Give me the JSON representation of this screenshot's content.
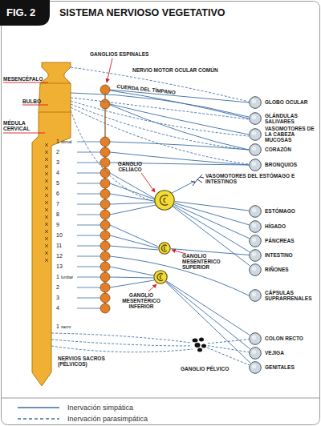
{
  "diagram": {
    "title": "SISTEMA NERVIOSO VEGETATIVO",
    "nodes": [
      {
        "text": [
          "GLOBO OCULAR"
        ]
      },
      {
        "text": [
          "GLÁNDULAS SALIVARES"
        ]
      },
      {
        "text": [
          "VASOMOTORES DE LA CABEZA MUCOSAS"
        ]
      },
      {
        "text": [
          "CORAZÓN"
        ]
      },
      {
        "text": [
          "BRONQUIOS"
        ]
      },
      {
        "text": [
          "GANGLIO CELÍACO"
        ]
      },
      {
        "text": [
          "ESTÓMAGO"
        ]
      },
      {
        "text": [
          "HÍGADO"
        ]
      },
      {
        "text": [
          "PÁNCREAS"
        ]
      },
      {
        "text": [
          "INTESTINO"
        ]
      },
      {
        "text": [
          "RIÑONES"
        ]
      },
      {
        "text": [
          "GANGLIO MESENTÉRICO SUPERIOR"
        ]
      },
      {
        "text": [
          "CÁPSULAS SUPRARRENALES"
        ]
      },
      {
        "text": [
          "GANGLIO MESENTÉRICO INFERIOR"
        ]
      },
      {
        "text": [
          "COLON RECTO"
        ]
      },
      {
        "text": [
          "VEJIGA"
        ]
      },
      {
        "text": [
          "GENITALES"
        ]
      },
      {
        "text": [
          "GANGLIO PÉLVICO"
        ]
      }
    ],
    "edges": [
      {
        "from": 5,
        "to": 6,
        "arrow": "none"
      },
      {
        "from": 5,
        "to": 7,
        "arrow": "none"
      },
      {
        "from": 5,
        "to": 8,
        "arrow": "none"
      },
      {
        "from": 5,
        "to": 9,
        "arrow": "none"
      },
      {
        "from": 5,
        "to": 10,
        "arrow": "none"
      },
      {
        "from": 11,
        "to": 9,
        "arrow": "none"
      },
      {
        "from": 13,
        "to": 14,
        "arrow": "none"
      },
      {
        "from": 13,
        "to": 15,
        "arrow": "none"
      },
      {
        "from": 13,
        "to": 16,
        "arrow": "none"
      },
      {
        "from": 17,
        "to": 14,
        "arrow": "none"
      },
      {
        "from": 17,
        "to": 15,
        "arrow": "none"
      },
      {
        "from": 17,
        "to": 16,
        "arrow": "none"
      }
    ],
    "labels": [
      "FIG. 2",
      "MESENCÉFALO",
      "BULBO",
      "MÉDULA CERVICAL",
      "GANGLIOS ESPINALES",
      "NERVIO MOTOR OCULAR COMÚN",
      "CUERDA DEL TÍMPANO",
      "VASOMOTORES DEL ESTÓMAGO E INTESTINOS",
      "1",
      "dorsal",
      "2",
      "3",
      "4",
      "5",
      "6",
      "7",
      "8",
      "9",
      "10",
      "11",
      "12",
      "13",
      "1",
      "lumbar",
      "2",
      "3",
      "4",
      "1",
      "sacro",
      "NERVIOS SACROS (PÉLVICOS)"
    ],
    "legend": [
      {
        "text": "Inervación simpática"
      },
      {
        "text": "Inervación parasimpática"
      }
    ]
  }
}
